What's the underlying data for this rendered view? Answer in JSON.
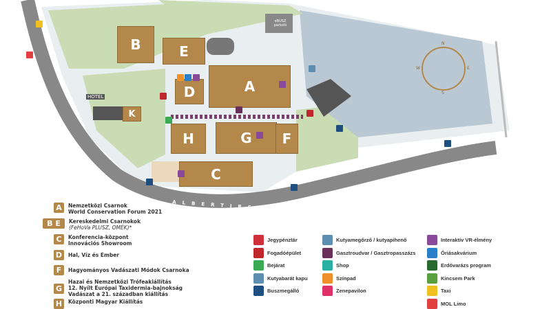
{
  "map": {
    "buildings": [
      {
        "id": "A"
      },
      {
        "id": "B"
      },
      {
        "id": "C"
      },
      {
        "id": "D"
      },
      {
        "id": "E"
      },
      {
        "id": "F"
      },
      {
        "id": "G"
      },
      {
        "id": "H"
      },
      {
        "id": "K"
      }
    ],
    "labels": {
      "hotel": "HOTEL",
      "parking": "eBUSZ parkoló",
      "road": "ALBERTIRSAI ÚT"
    },
    "compass": {
      "n": "N",
      "e": "E",
      "s": "S",
      "w": "W"
    }
  },
  "legend_halls": [
    {
      "letter": "A",
      "lines": [
        "Nemzetközi Csarnok",
        "World Conservation Forum 2021"
      ]
    },
    {
      "letter": "B E",
      "lines": [
        "Kereskedelmi Csarnokok",
        "(FeHoVa PLUSZ, OMÉK)*"
      ]
    },
    {
      "letter": "C",
      "lines": [
        "Konferencia-központ",
        "Innovációs Showroom"
      ]
    },
    {
      "letter": "D",
      "lines": [
        "Hal, Víz és Ember"
      ]
    },
    {
      "letter": "F",
      "lines": [
        "Hagyományos Vadászati Módok Csarnoka"
      ]
    },
    {
      "letter": "G",
      "lines": [
        "Hazai és Nemzetközi Trófeakiállítás",
        "12. Nyílt Európai Taxidermia-bajnokság",
        "Vadászat a 21. században kiállítás"
      ]
    },
    {
      "letter": "H",
      "lines": [
        "Központi Magyar Kiállítás"
      ]
    }
  ],
  "legend_icons": [
    [
      {
        "label": "Jegypénztár",
        "color": "#d0303a",
        "icon": "ticket-icon"
      },
      {
        "label": "Fogadóépület",
        "color": "#c0282e",
        "icon": "reception-building-icon"
      },
      {
        "label": "Bejárat",
        "color": "#3aaa55",
        "icon": "entrance-icon"
      },
      {
        "label": "Kutyabarát kapu",
        "color": "#5e8fb0",
        "icon": "paw-icon"
      },
      {
        "label": "Buszmegálló",
        "color": "#1e4f80",
        "icon": "bus-icon"
      }
    ],
    [
      {
        "label": "Kutyamegőrző / kutyapihenő",
        "color": "#5e8fb0",
        "icon": "dog-house-icon"
      },
      {
        "label": "Gasztroudvar / Gasztropasszázs",
        "color": "#6a2f5a",
        "icon": "food-icon"
      },
      {
        "label": "Shop",
        "color": "#2ab0a0",
        "icon": "shop-icon"
      },
      {
        "label": "Színpad",
        "color": "#f0902a",
        "icon": "stage-icon"
      },
      {
        "label": "Zenepavilon",
        "color": "#e0306a",
        "icon": "music-icon"
      }
    ],
    [
      {
        "label": "Interaktív VR-élmény",
        "color": "#8a4a9a",
        "icon": "vr-icon"
      },
      {
        "label": "Óriásakvárium",
        "color": "#2a80c8",
        "icon": "aquarium-icon"
      },
      {
        "label": "Erdővarázs program",
        "color": "#2a6a30",
        "icon": "forest-icon"
      },
      {
        "label": "Kincsem Park",
        "color": "#5aa040",
        "icon": "horse-icon"
      },
      {
        "label": "Taxi",
        "color": "#f0c020",
        "icon": "taxi-icon"
      },
      {
        "label": "MOL Limo",
        "color": "#e04040",
        "icon": "car-icon"
      }
    ]
  ]
}
